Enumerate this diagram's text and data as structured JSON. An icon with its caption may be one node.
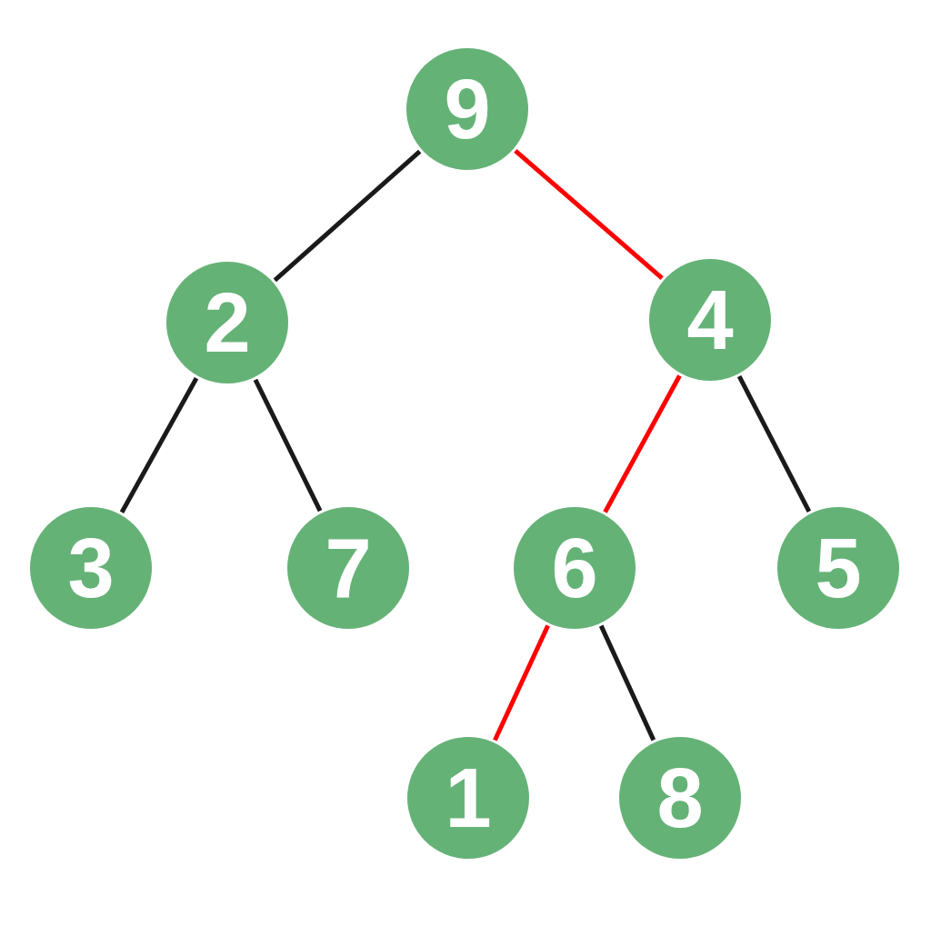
{
  "diagram": {
    "nodes": [
      {
        "text": [
          "9"
        ]
      },
      {
        "text": [
          "2"
        ]
      },
      {
        "text": [
          "4"
        ]
      },
      {
        "text": [
          "3"
        ]
      },
      {
        "text": [
          "7"
        ]
      },
      {
        "text": [
          "6"
        ]
      },
      {
        "text": [
          "5"
        ]
      },
      {
        "text": [
          "1"
        ]
      },
      {
        "text": [
          "8"
        ]
      }
    ],
    "edges": [
      {
        "from": 0,
        "to": 1,
        "arrow": "none"
      },
      {
        "from": 0,
        "to": 2,
        "arrow": "none",
        "color": "#ff0000"
      },
      {
        "from": 1,
        "to": 3,
        "arrow": "none"
      },
      {
        "from": 1,
        "to": 4,
        "arrow": "none"
      },
      {
        "from": 2,
        "to": 5,
        "arrow": "none",
        "color": "#ff0000"
      },
      {
        "from": 2,
        "to": 6,
        "arrow": "none"
      },
      {
        "from": 5,
        "to": 7,
        "arrow": "none",
        "color": "#ff0000"
      },
      {
        "from": 5,
        "to": 8,
        "arrow": "none"
      }
    ]
  }
}
